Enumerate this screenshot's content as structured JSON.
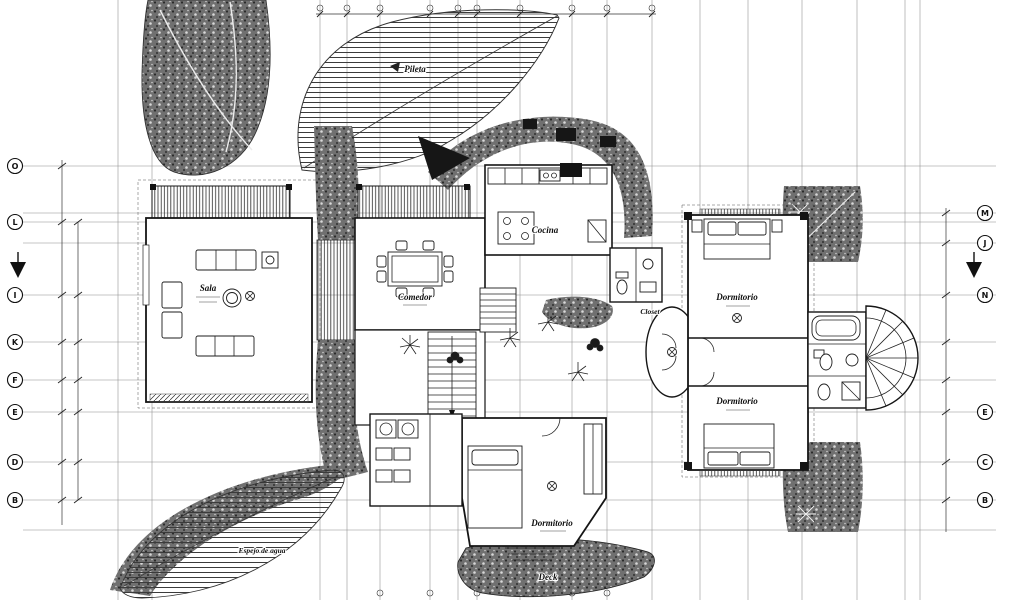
{
  "drawing": {
    "type": "architectural-floor-plan",
    "colors": {
      "ink": "#1c1c1c",
      "stone_fill": "#707070",
      "background": "#ffffff",
      "grid_line": "#8a8a8a"
    },
    "labels": {
      "pool": "Pileta",
      "living": "Sala",
      "kitchen": "Cocina",
      "dining": "Comedor",
      "closet": "Closet",
      "bedroom_right_top": "Dormitorio",
      "bedroom_right_bottom": "Dormitorio",
      "bedroom_bottom": "Dormitorio",
      "water_mirror": "Espejo de agua",
      "deck": "Deck"
    },
    "grid_bubbles": {
      "left": [
        "O",
        "L",
        "I",
        "K",
        "F",
        "E",
        "D",
        "B"
      ],
      "right": [
        "M",
        "J",
        "N",
        "E",
        "C",
        "B"
      ]
    }
  }
}
